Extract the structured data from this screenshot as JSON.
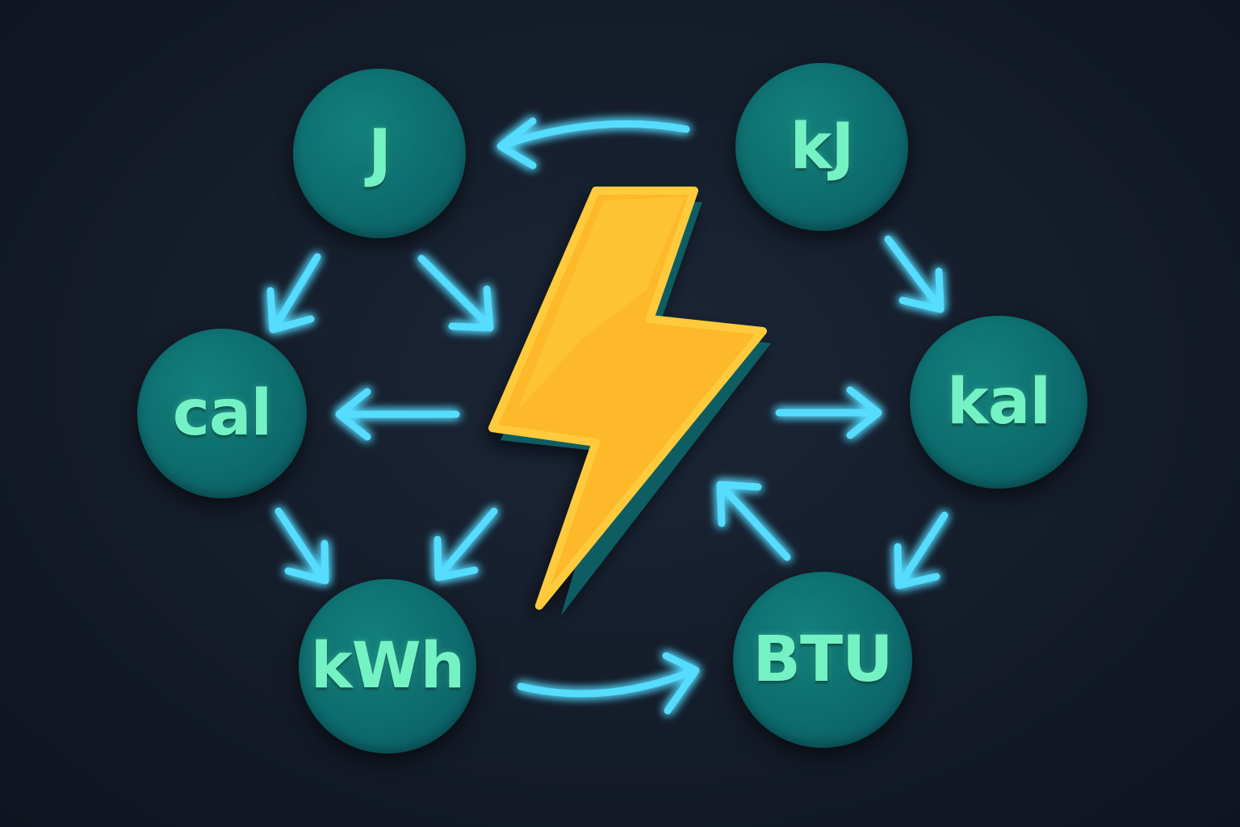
{
  "units": [
    {
      "id": "j",
      "label": "J"
    },
    {
      "id": "kj",
      "label": "kJ"
    },
    {
      "id": "cal",
      "label": "cal"
    },
    {
      "id": "kal",
      "label": "kal"
    },
    {
      "id": "kwh",
      "label": "kWh"
    },
    {
      "id": "btu",
      "label": "BTU"
    }
  ],
  "colors": {
    "circle": "#0d6a6c",
    "text": "#74f2c4",
    "arrow": "#4fd8ff",
    "bolt": "#fdb92a",
    "background": "#141b28"
  }
}
